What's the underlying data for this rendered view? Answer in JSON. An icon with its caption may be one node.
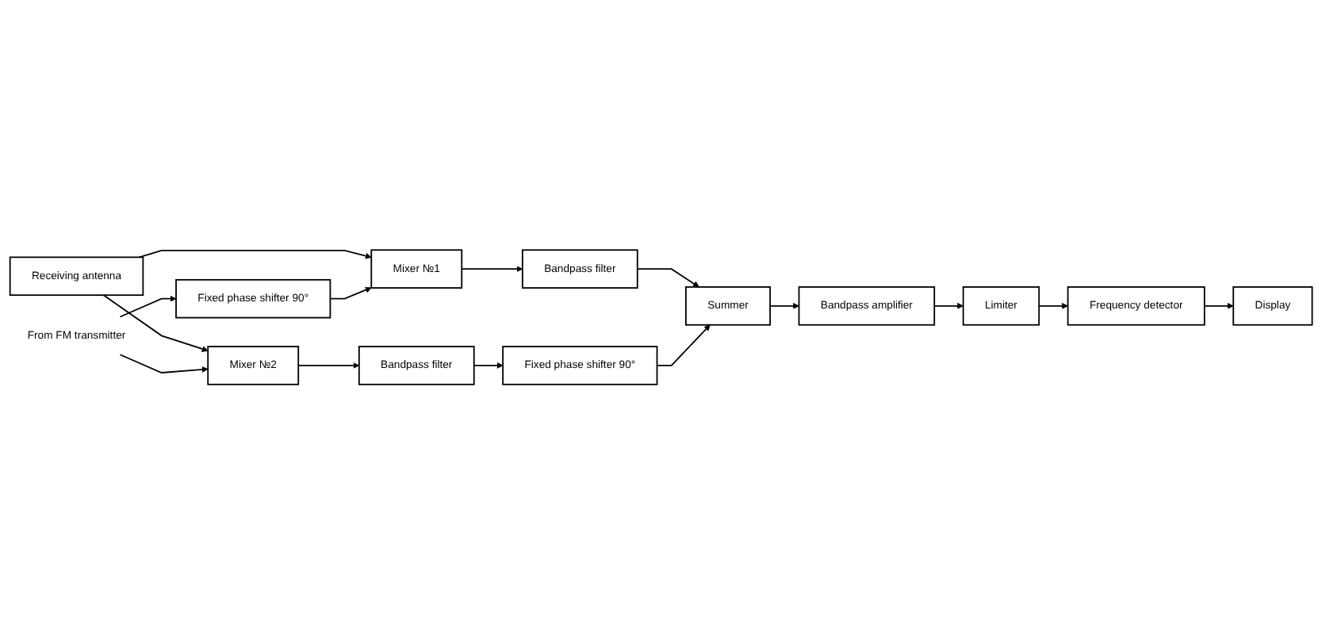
{
  "diagram": {
    "nodes": [
      {
        "text": [
          "Receiving antenna"
        ]
      },
      {
        "text": [
          "Mixer №1"
        ]
      },
      {
        "text": [
          "Bandpass filter"
        ]
      },
      {
        "text": [
          "Summer"
        ]
      },
      {
        "text": [
          "Bandpass amplifier"
        ]
      },
      {
        "text": [
          "Fixed phase shifter 90°"
        ]
      },
      {
        "text": [
          "From FM transmitter"
        ]
      },
      {
        "text": [
          "Limiter"
        ]
      },
      {
        "text": [
          "Frequency detector"
        ]
      },
      {
        "text": [
          "Mixer №2"
        ]
      },
      {
        "text": [
          "Bandpass filter"
        ]
      },
      {
        "text": [
          "Fixed phase shifter 90°"
        ]
      },
      {
        "text": [
          "Display"
        ]
      }
    ],
    "edges": [
      {
        "from": 0,
        "to": 1,
        "arrow": "to"
      },
      {
        "from": 0,
        "to": 9,
        "arrow": "to"
      },
      {
        "from": 1,
        "to": 2,
        "arrow": "to"
      },
      {
        "from": 2,
        "to": 3,
        "arrow": "to"
      },
      {
        "from": 3,
        "to": 4,
        "arrow": "to"
      },
      {
        "from": 5,
        "to": 1,
        "arrow": "to"
      },
      {
        "from": 6,
        "to": 5,
        "arrow": "to"
      },
      {
        "from": 6,
        "to": 9,
        "arrow": "to"
      },
      {
        "from": 4,
        "to": 7,
        "arrow": "to"
      },
      {
        "from": 7,
        "to": 8,
        "arrow": "to"
      },
      {
        "from": 8,
        "to": 12,
        "arrow": "to"
      },
      {
        "from": 9,
        "to": 10,
        "arrow": "to"
      },
      {
        "from": 10,
        "to": 11,
        "arrow": "to"
      },
      {
        "from": 11,
        "to": 3,
        "arrow": "to"
      }
    ]
  }
}
